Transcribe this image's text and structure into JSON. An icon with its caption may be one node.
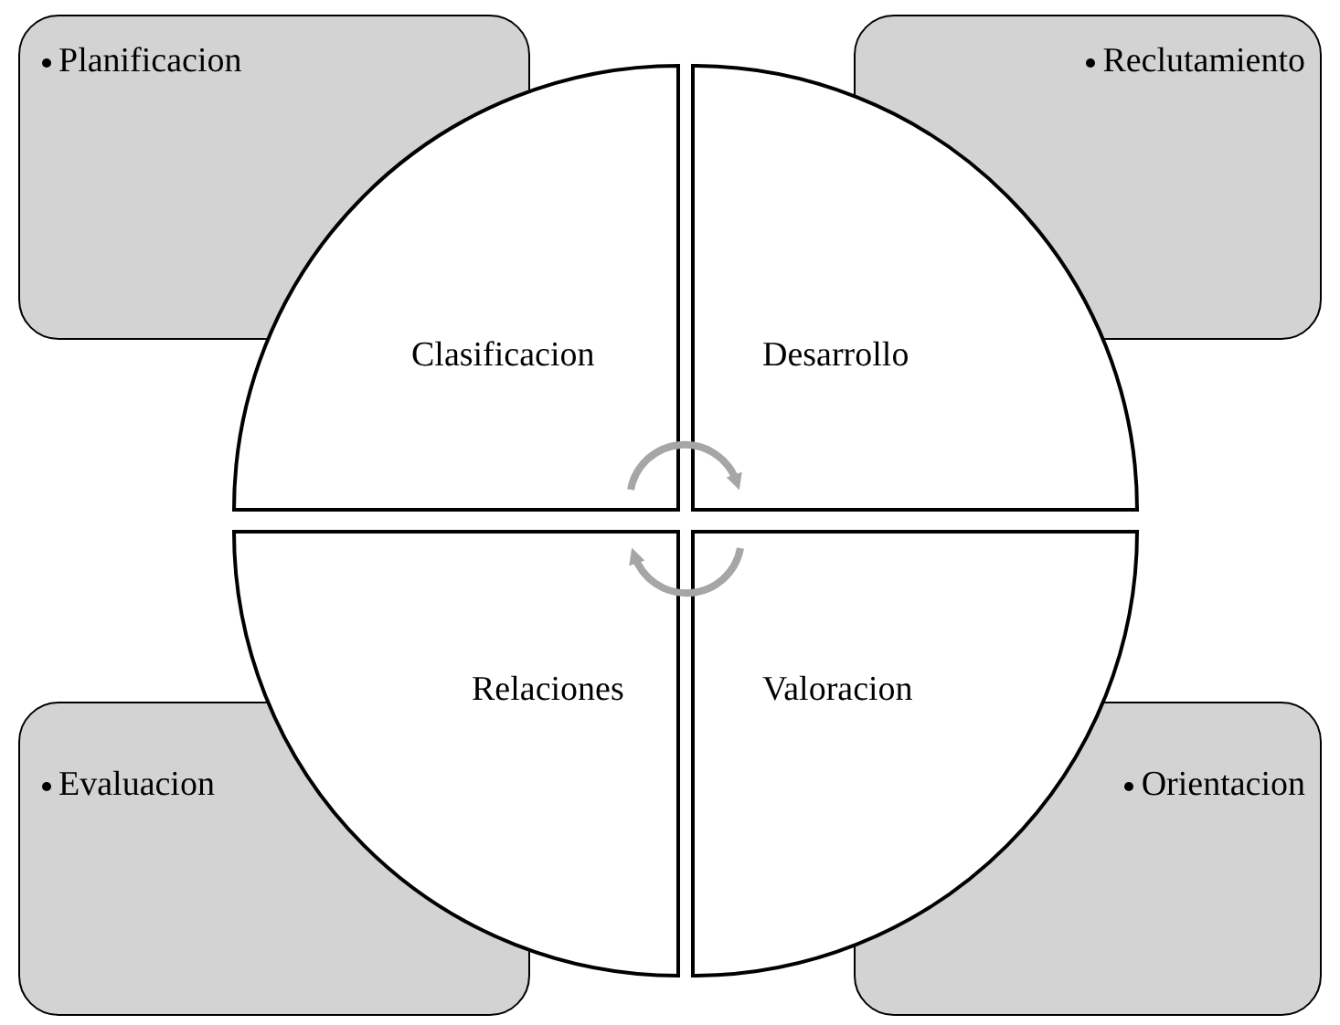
{
  "diagram": {
    "nodes": [
      {
        "text": [
          "Planificacion"
        ]
      },
      {
        "text": [
          "Reclutamiento"
        ]
      },
      {
        "text": [
          "Clasificacion"
        ]
      },
      {
        "text": [
          "Desarrollo"
        ]
      },
      {
        "text": [
          "Relaciones"
        ]
      },
      {
        "text": [
          "Valoracion"
        ]
      },
      {
        "text": [
          "Evaluacion"
        ]
      },
      {
        "text": [
          "Orientacion"
        ]
      }
    ],
    "edges": [
      {
        "from": 2,
        "to": 3,
        "arrow": "to"
      },
      {
        "from": 5,
        "to": 4,
        "arrow": "to"
      }
    ]
  }
}
